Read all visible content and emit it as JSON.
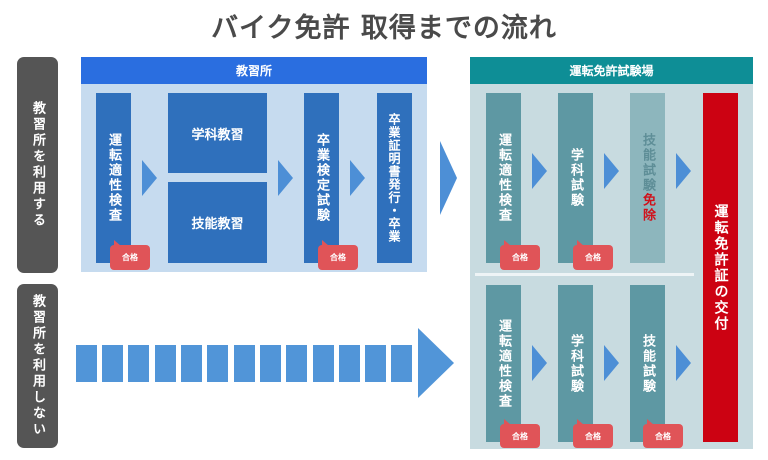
{
  "title": "バイク免許 取得までの流れ",
  "rows": {
    "with_school": "教習所を利用する",
    "without_school": "教習所を利用しない"
  },
  "school_panel": {
    "header": "教習所",
    "steps": {
      "aptitude": "運転適性検査",
      "academic": "学科教習",
      "skill": "技能教習",
      "graduation_exam": "卒業検定試験",
      "certificate": "卒業証明書発行・卒業"
    }
  },
  "test_center_panel": {
    "header": "運転免許試験場",
    "upper_steps": {
      "aptitude": "運転適性検査",
      "written": "学科試験",
      "skill_prefix": "技能試験",
      "skill_exempt": "免除"
    },
    "lower_steps": {
      "aptitude": "運転適性検査",
      "written": "学科試験",
      "skill": "技能試験"
    },
    "license_issue": "運転免許証の交付"
  },
  "badge_label": "合格",
  "colors": {
    "school_header": "#2a6ee0",
    "test_center_header": "#0e8e96",
    "license_red": "#cc0212",
    "badge": "#e05458",
    "arrow": "#4d8fd6"
  }
}
